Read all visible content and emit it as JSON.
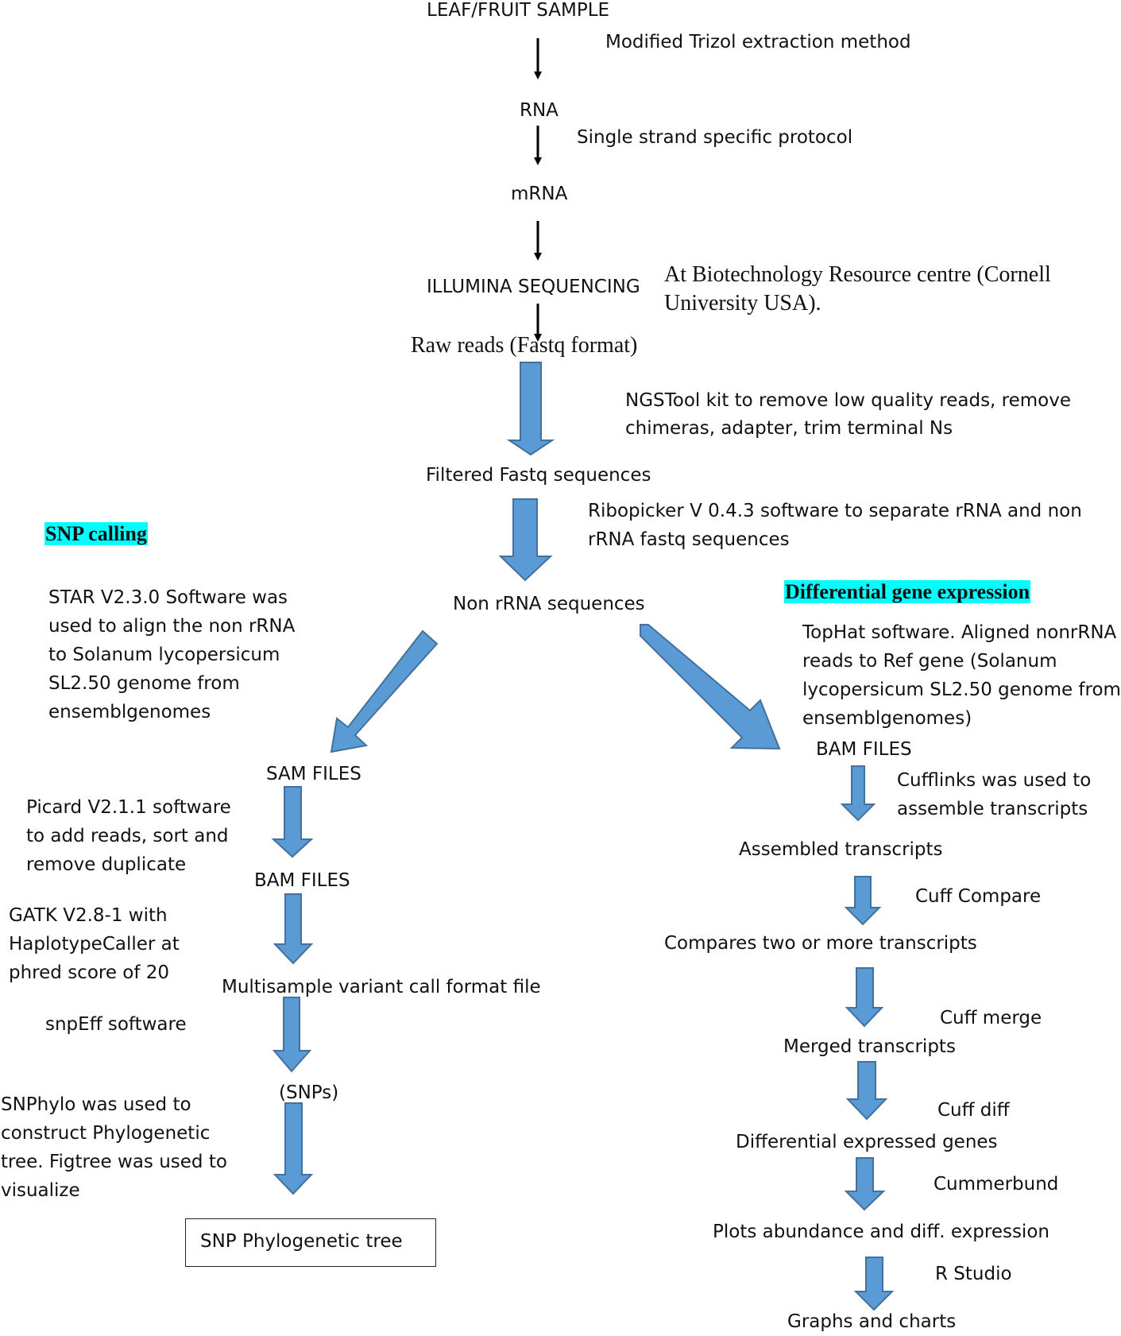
{
  "top_flow": {
    "sample": "LEAF/FRUIT SAMPLE",
    "step_trizol": "Modified Trizol extraction method",
    "rna": "RNA",
    "step_strand": "Single strand specific protocol",
    "mrna": "mRNA",
    "sequencing": "ILLUMINA SEQUENCING",
    "sequencing_site_line1": "At Biotechnology Resource centre (Cornell",
    "sequencing_site_line2": "University USA).",
    "raw_reads": "Raw reads (Fastq format)",
    "step_ngstool_line1": "NGSTool kit to remove low quality reads, remove",
    "step_ngstool_line2": "chimeras, adapter, trim terminal Ns",
    "filtered": "Filtered Fastq sequences",
    "step_ribopicker_line1": "Ribopicker V 0.4.3 software to separate rRNA and non",
    "step_ribopicker_line2": "rRNA fastq sequences",
    "non_rrna": "Non rRNA sequences"
  },
  "snp_branch": {
    "heading": "SNP calling",
    "star_line1": "STAR V2.3.0 Software was",
    "star_line2": "used to align the non rRNA",
    "star_line3": "to Solanum lycopersicum",
    "star_line4": "SL2.50 genome from",
    "star_line5": "ensemblgenomes",
    "sam_files": "SAM FILES",
    "picard_line1": "Picard V2.1.1 software",
    "picard_line2": "to add reads, sort and",
    "picard_line3": "remove duplicate",
    "bam_files": "BAM FILES",
    "gatk_line1": "GATK V2.8-1 with",
    "gatk_line2": "HaplotypeCaller at",
    "gatk_line3": "phred score of 20",
    "vcf": "Multisample variant call format file",
    "snpeff": "snpEff software",
    "snps": "(SNPs)",
    "snphylo_line1": "SNPhylo was used to",
    "snphylo_line2": "construct Phylogenetic",
    "snphylo_line3": "tree. Figtree was used to",
    "snphylo_line4": "visualize",
    "result": "SNP Phylogenetic tree"
  },
  "dge_branch": {
    "heading": "Differential gene expression",
    "tophat_line1": "TopHat software. Aligned nonrRNA",
    "tophat_line2": "reads to Ref gene (Solanum",
    "tophat_line3": "lycopersicum SL2.50 genome from",
    "tophat_line4": "ensemblgenomes)",
    "bam_files": "BAM FILES",
    "cufflinks_line1": "Cufflinks was used to",
    "cufflinks_line2": "assemble transcripts",
    "assembled": "Assembled transcripts",
    "cuffcompare": "Cuff Compare",
    "compares": "Compares two or more transcripts",
    "cuffmerge": "Cuff merge",
    "merged": "Merged transcripts",
    "cuffdiff": "Cuff diff",
    "diff_genes": "Differential expressed genes",
    "cummerbund": "Cummerbund",
    "plots": "Plots abundance and diff. expression",
    "rstudio": "R Studio",
    "graphs": "Graphs and charts"
  },
  "colors": {
    "block_arrow_fill": "#5b9bd5",
    "block_arrow_stroke": "#41719c",
    "heading_highlight": "#00ffff",
    "line_arrow": "#000000"
  }
}
